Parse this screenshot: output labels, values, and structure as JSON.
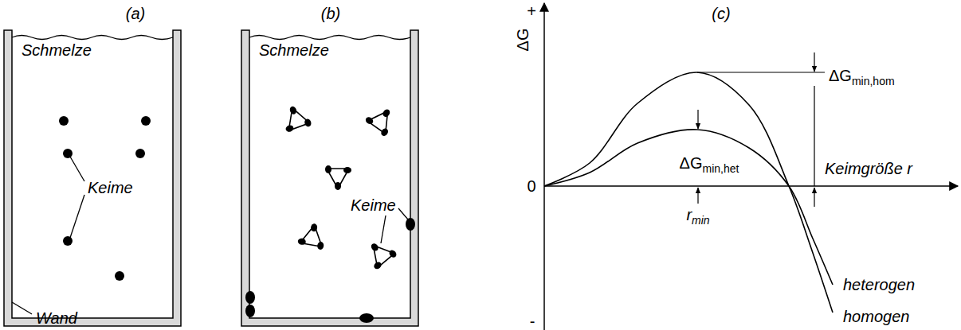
{
  "diagram": {
    "labels": [
      "(a)",
      "(b)",
      "(c)",
      "Schmelze",
      "Keime",
      "Wand",
      "Schmelze",
      "Keime",
      "+",
      "ΔG",
      "0",
      "ΔGmin,hom",
      "ΔGmin,het",
      "Keimgröße r",
      "rmin",
      "heterogen",
      "homogen",
      "-"
    ]
  }
}
